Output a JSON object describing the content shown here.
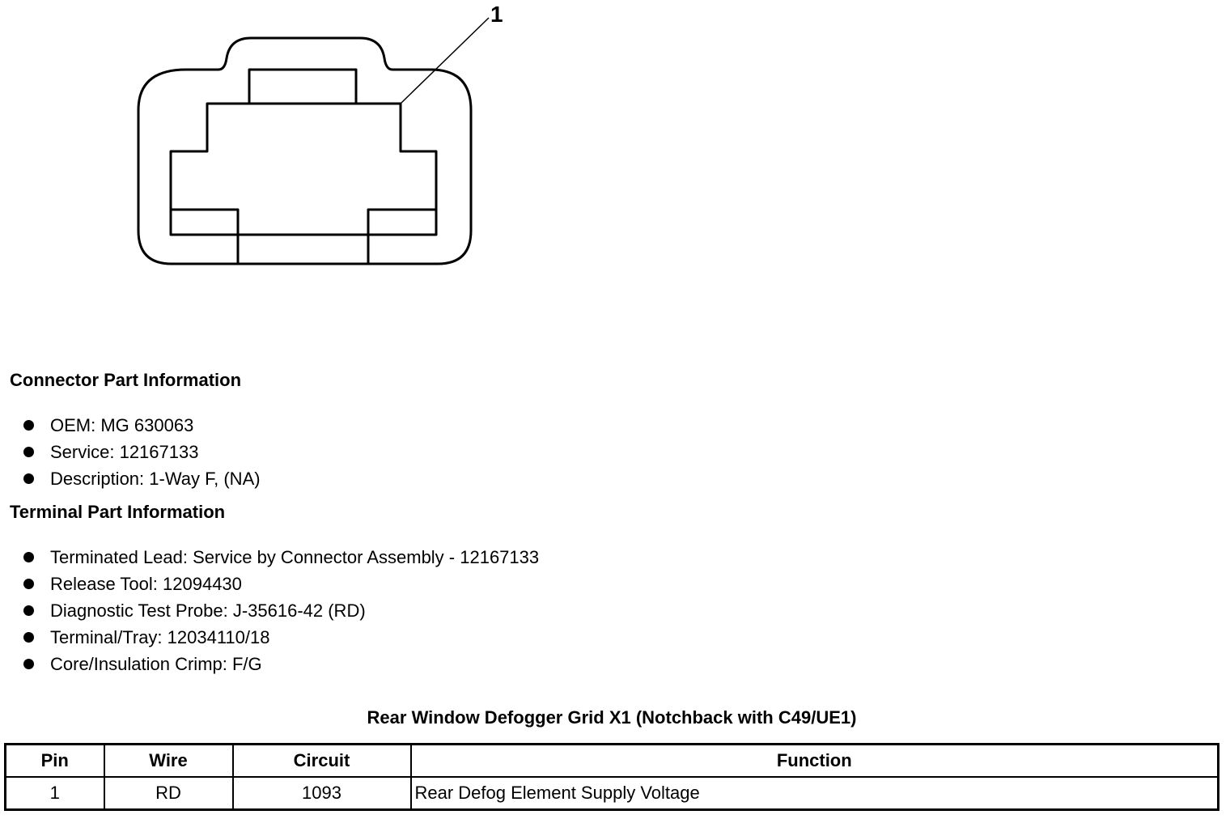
{
  "diagram": {
    "callouts": [
      {
        "label": "1"
      }
    ]
  },
  "connector_section": {
    "heading": "Connector Part Information",
    "items": [
      "OEM: MG 630063",
      "Service: 12167133",
      "Description: 1-Way F, (NA)"
    ]
  },
  "terminal_section": {
    "heading": "Terminal Part Information",
    "items": [
      "Terminated Lead: Service by Connector Assembly - 12167133",
      "Release Tool: 12094430",
      "Diagnostic Test Probe: J-35616-42 (RD)",
      "Terminal/Tray: 12034110/18",
      "Core/Insulation Crimp: F/G"
    ]
  },
  "pin_table": {
    "title": "Rear Window Defogger Grid X1 (Notchback with C49/UE1)",
    "headers": [
      "Pin",
      "Wire",
      "Circuit",
      "Function"
    ],
    "rows": [
      [
        "1",
        "RD",
        "1093",
        "Rear Defog Element Supply Voltage"
      ]
    ]
  }
}
